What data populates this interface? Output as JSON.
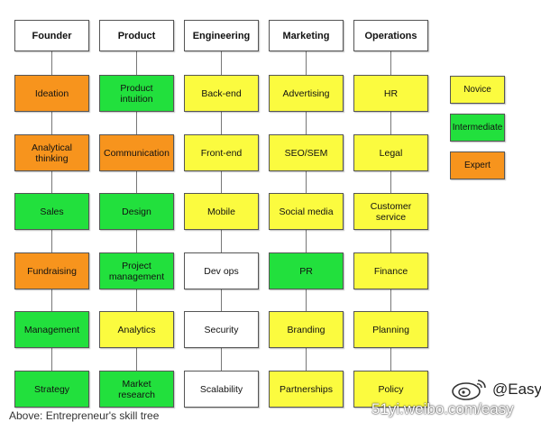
{
  "colors": {
    "novice": "#fbfb3f",
    "intermediate": "#22e03d",
    "expert": "#f7941d",
    "none": "#ffffff"
  },
  "columns": [
    {
      "header": "Founder",
      "items": [
        {
          "label": "Ideation",
          "level": "expert"
        },
        {
          "label": "Analytical thinking",
          "level": "expert"
        },
        {
          "label": "Sales",
          "level": "intermediate"
        },
        {
          "label": "Fundraising",
          "level": "expert"
        },
        {
          "label": "Management",
          "level": "intermediate"
        },
        {
          "label": "Strategy",
          "level": "intermediate"
        }
      ]
    },
    {
      "header": "Product",
      "items": [
        {
          "label": "Product intuition",
          "level": "intermediate"
        },
        {
          "label": "Communication",
          "level": "expert"
        },
        {
          "label": "Design",
          "level": "intermediate"
        },
        {
          "label": "Project management",
          "level": "intermediate"
        },
        {
          "label": "Analytics",
          "level": "novice"
        },
        {
          "label": "Market research",
          "level": "intermediate"
        }
      ]
    },
    {
      "header": "Engineering",
      "items": [
        {
          "label": "Back-end",
          "level": "novice"
        },
        {
          "label": "Front-end",
          "level": "novice"
        },
        {
          "label": "Mobile",
          "level": "novice"
        },
        {
          "label": "Dev ops",
          "level": "none"
        },
        {
          "label": "Security",
          "level": "none"
        },
        {
          "label": "Scalability",
          "level": "none"
        }
      ]
    },
    {
      "header": "Marketing",
      "items": [
        {
          "label": "Advertising",
          "level": "novice"
        },
        {
          "label": "SEO/SEM",
          "level": "novice"
        },
        {
          "label": "Social media",
          "level": "novice"
        },
        {
          "label": "PR",
          "level": "intermediate"
        },
        {
          "label": "Branding",
          "level": "novice"
        },
        {
          "label": "Partnerships",
          "level": "novice"
        }
      ]
    },
    {
      "header": "Operations",
      "items": [
        {
          "label": "HR",
          "level": "novice"
        },
        {
          "label": "Legal",
          "level": "novice"
        },
        {
          "label": "Customer service",
          "level": "novice"
        },
        {
          "label": "Finance",
          "level": "novice"
        },
        {
          "label": "Planning",
          "level": "novice"
        },
        {
          "label": "Policy",
          "level": "novice"
        }
      ]
    }
  ],
  "legend": [
    {
      "label": "Novice",
      "level": "novice"
    },
    {
      "label": "Intermediate",
      "level": "intermediate"
    },
    {
      "label": "Expert",
      "level": "expert"
    }
  ],
  "caption": "Above: Entrepreneur's skill tree",
  "watermark": {
    "handle": "@Easy",
    "url": "51yi.weibo.com/easy",
    "logo_icon": "weibo-logo-icon"
  }
}
